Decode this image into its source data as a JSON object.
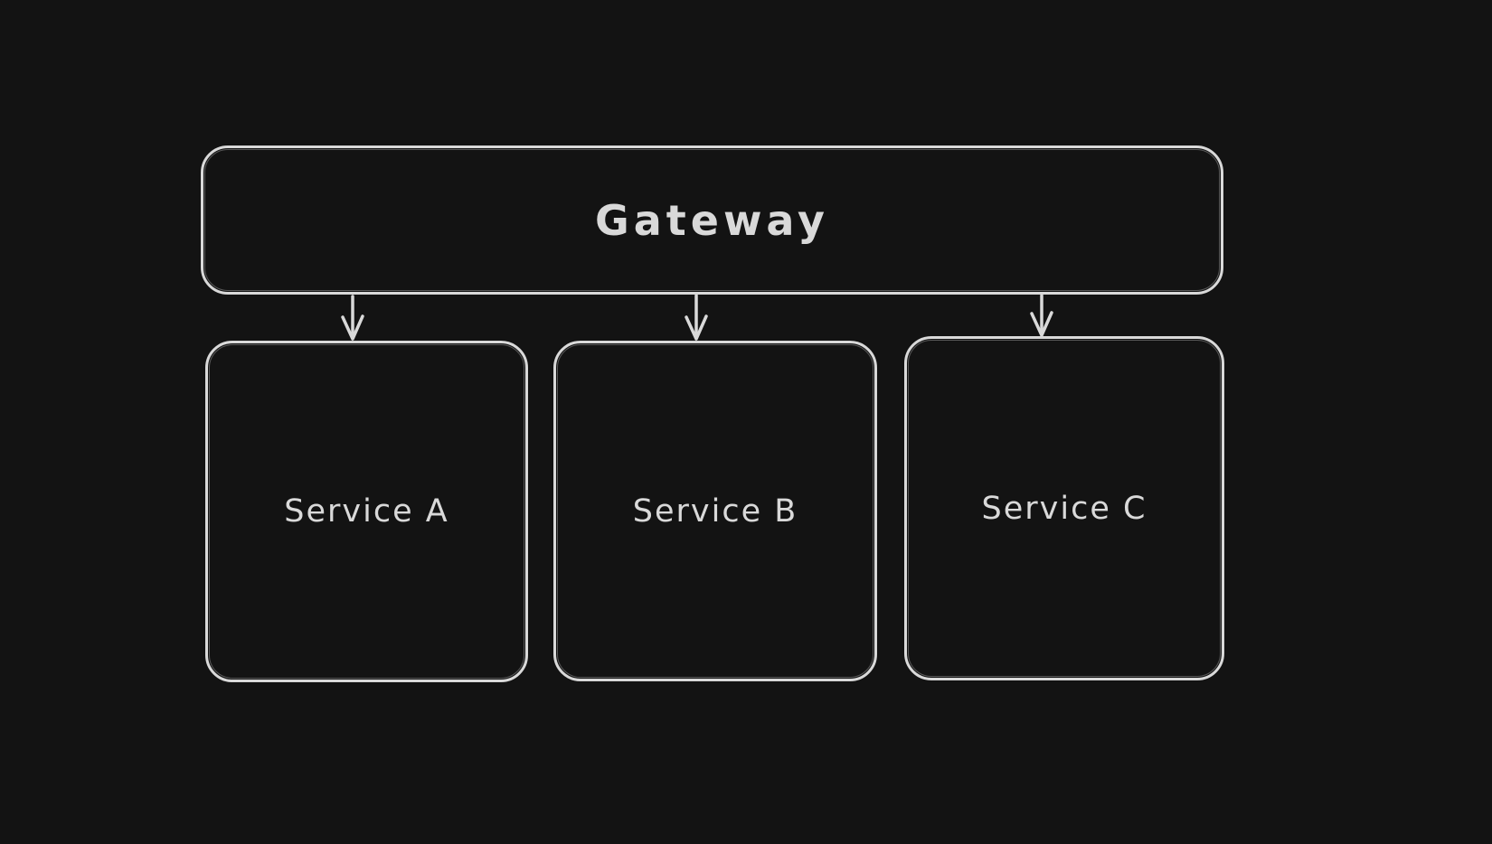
{
  "canvas": {
    "background_color": "#131313",
    "stroke_color": "#d9d9d9",
    "text_color": "#d9d9d9",
    "style": "hand-drawn"
  },
  "nodes": {
    "gateway": {
      "label": "Gateway",
      "shape": "rectangle"
    },
    "service_a": {
      "label": "Service A",
      "shape": "rectangle"
    },
    "service_b": {
      "label": "Service B",
      "shape": "rectangle"
    },
    "service_c": {
      "label": "Service C",
      "shape": "rectangle"
    }
  },
  "edges": [
    {
      "from": "Gateway",
      "to": "Service A",
      "style": "arrow-down"
    },
    {
      "from": "Gateway",
      "to": "Service B",
      "style": "arrow-down"
    },
    {
      "from": "Gateway",
      "to": "Service C",
      "style": "arrow-down"
    }
  ]
}
